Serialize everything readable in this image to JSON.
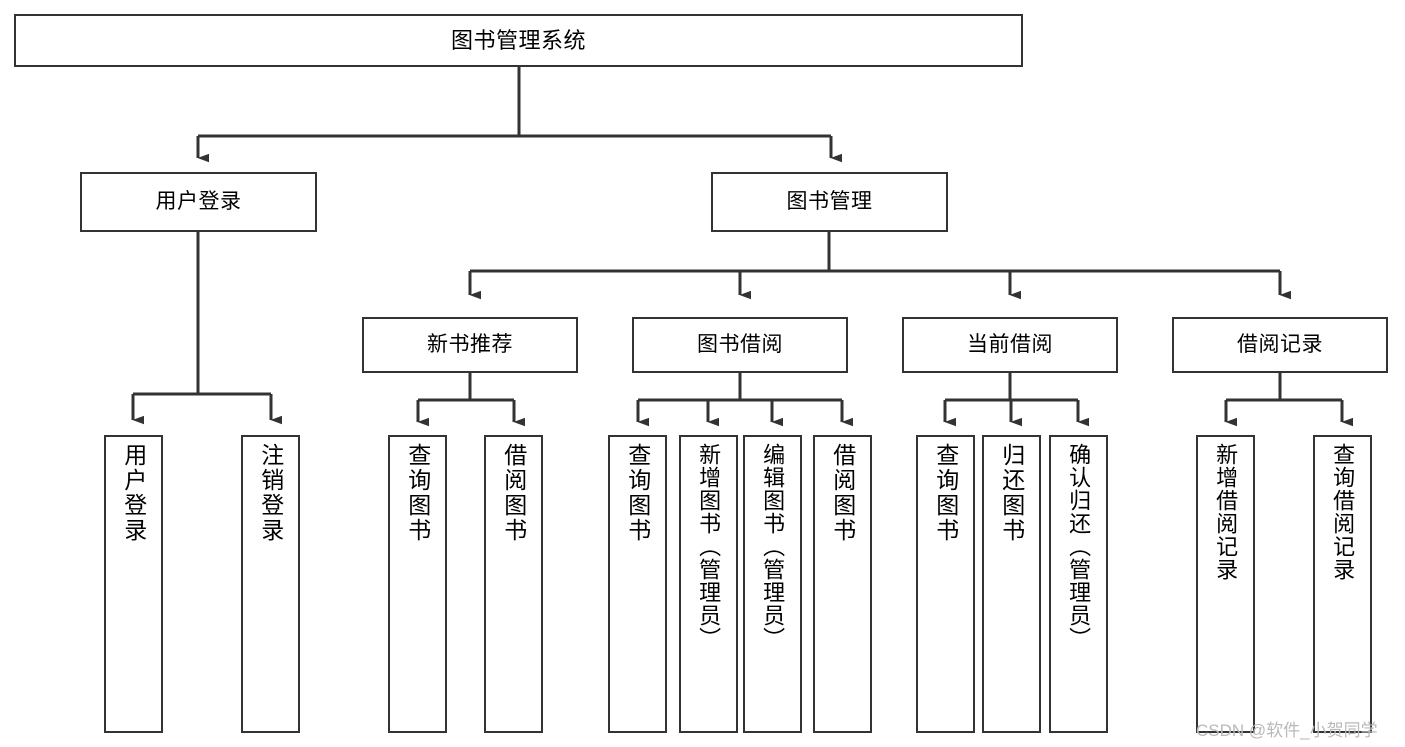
{
  "diagram": {
    "type": "tree-hierarchy-diagram",
    "title": "图书管理系统",
    "orientation": "top-down",
    "style": {
      "box_fill": "#ffffff",
      "box_stroke": "#333333",
      "line_color": "#333333",
      "text_color": "#000000",
      "background": "#ffffff"
    },
    "nodes": {
      "root": {
        "label": "图书管理系统",
        "level": 0
      },
      "level1": [
        {
          "id": "user-login",
          "label": "用户登录"
        },
        {
          "id": "book-management",
          "label": "图书管理"
        }
      ],
      "level2": [
        {
          "id": "new-book-recommend",
          "label": "新书推荐",
          "parent": "book-management"
        },
        {
          "id": "book-borrow",
          "label": "图书借阅",
          "parent": "book-management"
        },
        {
          "id": "current-borrow",
          "label": "当前借阅",
          "parent": "book-management"
        },
        {
          "id": "borrow-record",
          "label": "借阅记录",
          "parent": "book-management"
        }
      ],
      "leaves": [
        {
          "id": "leaf-user-login",
          "label": "用户登录",
          "parent": "user-login"
        },
        {
          "id": "leaf-logout-login",
          "label": "注销登录",
          "parent": "user-login"
        },
        {
          "id": "leaf-query-book-1",
          "label": "查询图书",
          "parent": "new-book-recommend"
        },
        {
          "id": "leaf-borrow-book-1",
          "label": "借阅图书",
          "parent": "new-book-recommend"
        },
        {
          "id": "leaf-query-book-2",
          "label": "查询图书",
          "parent": "book-borrow"
        },
        {
          "id": "leaf-add-book",
          "label": "新增图书（管理员）",
          "parent": "book-borrow"
        },
        {
          "id": "leaf-edit-book",
          "label": "编辑图书（管理员）",
          "parent": "book-borrow"
        },
        {
          "id": "leaf-borrow-book-2",
          "label": "借阅图书",
          "parent": "book-borrow"
        },
        {
          "id": "leaf-query-book-3",
          "label": "查询图书",
          "parent": "current-borrow"
        },
        {
          "id": "leaf-return-book",
          "label": "归还图书",
          "parent": "current-borrow"
        },
        {
          "id": "leaf-confirm-return",
          "label": "确认归还（管理员）",
          "parent": "current-borrow"
        },
        {
          "id": "leaf-add-record",
          "label": "新增借阅记录",
          "parent": "borrow-record"
        },
        {
          "id": "leaf-query-record",
          "label": "查询借阅记录",
          "parent": "borrow-record"
        }
      ]
    }
  },
  "watermark": {
    "text": "CSDN @软件_小贺同学"
  }
}
